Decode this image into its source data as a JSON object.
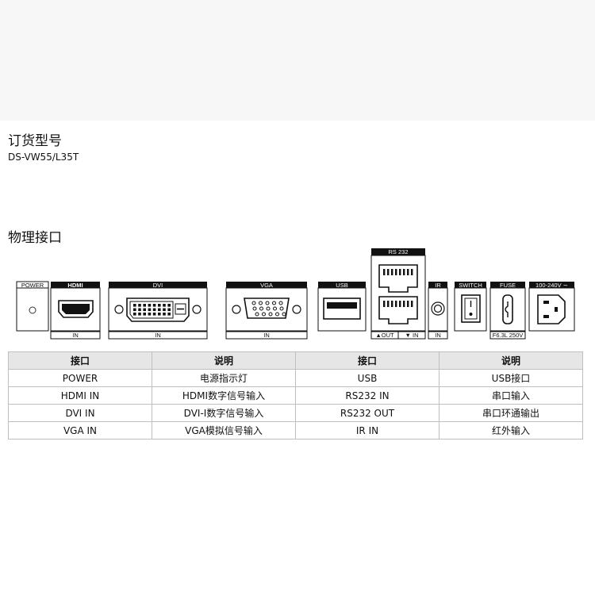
{
  "order_section": {
    "title": "订货型号",
    "model": "DS-VW55/L35T"
  },
  "interface_section": {
    "title": "物理接口"
  },
  "ports": {
    "power": "POWER",
    "hdmi": "HDMI",
    "hdmi_dir": "IN",
    "dvi": "DVI",
    "dvi_dir": "IN",
    "vga": "VGA",
    "vga_dir": "IN",
    "usb": "USB",
    "rs232": "RS 232",
    "rs232_out": "▲OUT",
    "rs232_in": "▼ IN",
    "ir": "IR",
    "ir_dir": "IN",
    "switch": "SWITCH",
    "fuse": "FUSE",
    "fuse_rating": "F6.3L 250V",
    "ac": "100-240V ∼"
  },
  "table": {
    "headers": [
      "接口",
      "说明",
      "接口",
      "说明"
    ],
    "rows": [
      [
        "POWER",
        "电源指示灯",
        "USB",
        "USB接口"
      ],
      [
        "HDMI IN",
        "HDMI数字信号输入",
        "RS232 IN",
        "串口输入"
      ],
      [
        "DVI IN",
        "DVI-I数字信号输入",
        "RS232 OUT",
        "串口环通输出"
      ],
      [
        "VGA IN",
        "VGA模拟信号输入",
        "IR IN",
        "红外输入"
      ]
    ]
  }
}
